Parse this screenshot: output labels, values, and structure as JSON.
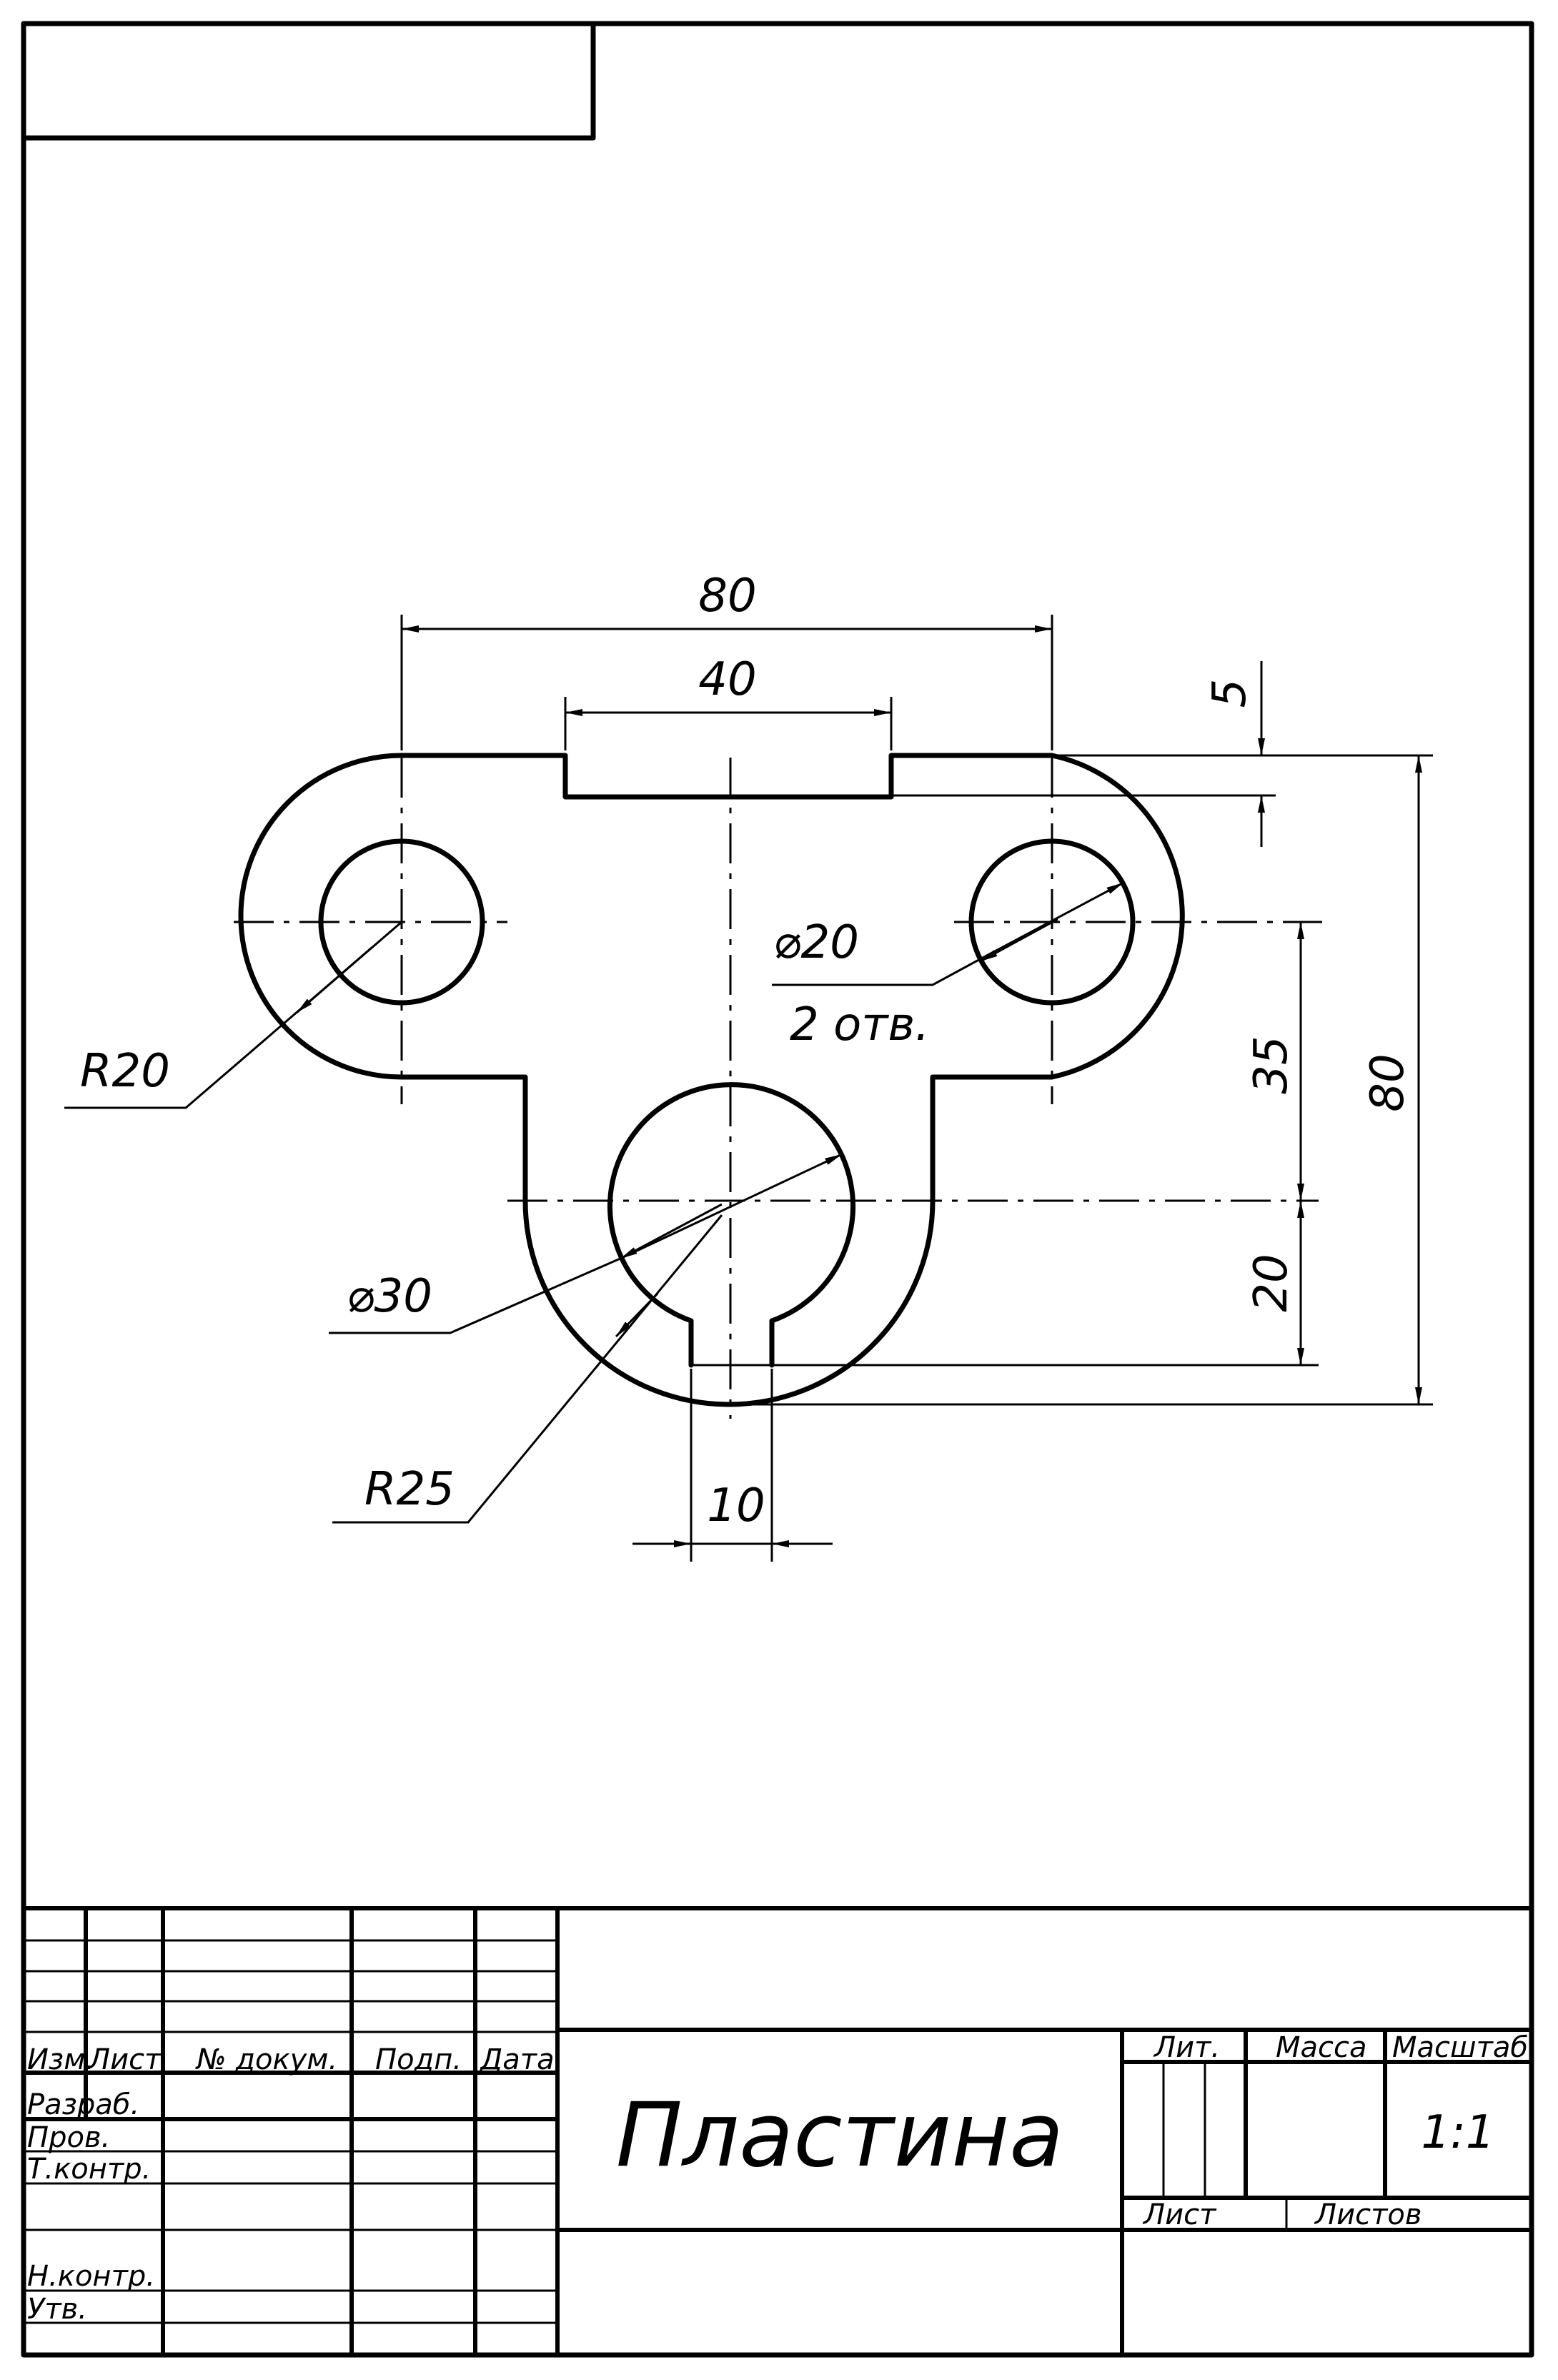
{
  "dimensions": {
    "width_80": "80",
    "width_40": "40",
    "depth_5": "5",
    "height_35": "35",
    "height_80": "80",
    "height_20": "20",
    "slot_10": "10",
    "radius_20": "R20",
    "radius_25": "R25",
    "hole_20": "⌀20",
    "holes_count": "2 отв.",
    "hole_30": "⌀30"
  },
  "title_block": {
    "headers": {
      "izm": "Изм.",
      "list": "Лист",
      "doc_no": "№ докум.",
      "sign": "Подп.",
      "date": "Дата"
    },
    "roles": [
      "Разраб.",
      "Пров.",
      "Т.контр.",
      "",
      "Н.контр.",
      "Утв."
    ],
    "part_name": "Пластина",
    "lit_label": "Лит.",
    "mass_label": "Масса",
    "scale_label": "Масштаб",
    "scale_value": "1:1",
    "sheet_label": "Лист",
    "sheets_label": "Листов"
  }
}
